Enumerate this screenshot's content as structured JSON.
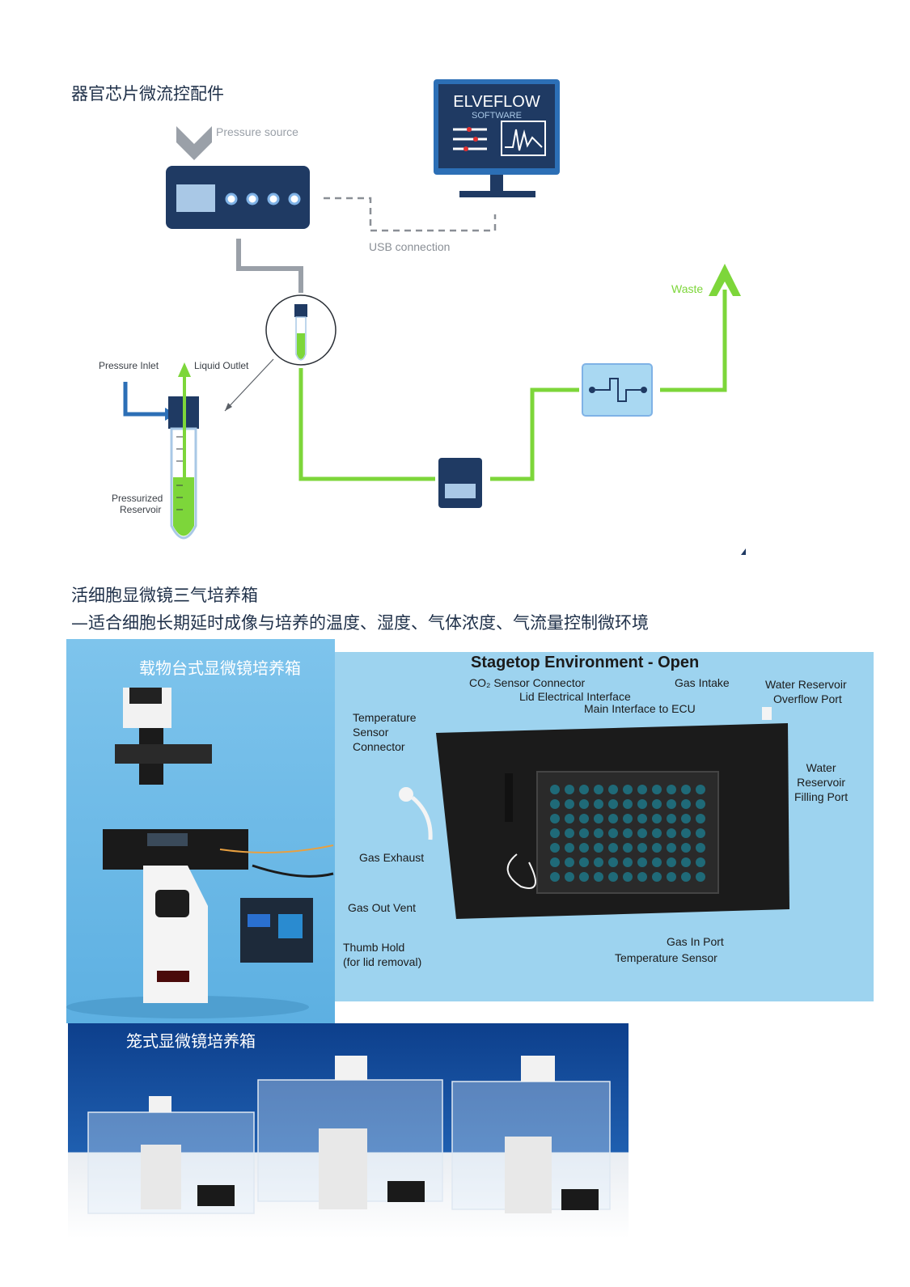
{
  "section1": {
    "title": "器官芯片微流控配件",
    "diagram": {
      "pressure_source": "Pressure source",
      "software_line1": "ELVEFLOW",
      "software_line2": "SOFTWARE",
      "usb": "USB connection",
      "waste": "Waste",
      "pressure_inlet": "Pressure Inlet",
      "liquid_outlet": "Liquid Outlet",
      "pressurized": "Pressurized",
      "reservoir": "Reservoir"
    }
  },
  "section2": {
    "title": "活细胞显微镜三气培养箱",
    "subtitle": "—适合细胞长期延时成像与培养的温度、湿度、气体浓度、气流量控制微环境",
    "photo1_caption": "载物台式显微镜培养箱",
    "stagetop": {
      "title": "Stagetop Environment - Open",
      "co2": "CO₂ Sensor Connector",
      "lid": "Lid Electrical Interface",
      "main": "Main Interface to ECU",
      "gas_intake": "Gas Intake",
      "water_overflow_1": "Water Reservoir",
      "water_overflow_2": "Overflow Port",
      "temp_conn_1": "Temperature",
      "temp_conn_2": "Sensor",
      "temp_conn_3": "Connector",
      "water_fill_1": "Water",
      "water_fill_2": "Reservoir",
      "water_fill_3": "Filling Port",
      "gas_exhaust": "Gas Exhaust",
      "gas_out": "Gas Out Vent",
      "thumb_1": "Thumb Hold",
      "thumb_2": "(for lid removal)",
      "gas_in": "Gas In Port",
      "temp_sensor": "Temperature Sensor"
    },
    "photo3_caption": "笼式显微镜培养箱"
  }
}
